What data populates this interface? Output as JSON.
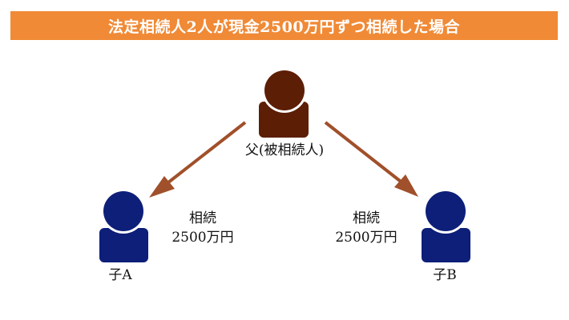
{
  "title": "法定相続人2人が現金2500万円ずつ相続した場合",
  "colors": {
    "title_bg": "#f08a36",
    "father": "#5c1e05",
    "child": "#0d1f78",
    "arrow": "#a0502a"
  },
  "nodes": {
    "father": {
      "label": "父(被相続人)",
      "icon": "person-icon"
    },
    "child_a": {
      "label": "子A",
      "icon": "person-icon"
    },
    "child_b": {
      "label": "子B",
      "icon": "person-icon"
    }
  },
  "flows": {
    "to_child_a": {
      "line1": "相続",
      "line2": "2500万円"
    },
    "to_child_b": {
      "line1": "相続",
      "line2": "2500万円"
    }
  }
}
